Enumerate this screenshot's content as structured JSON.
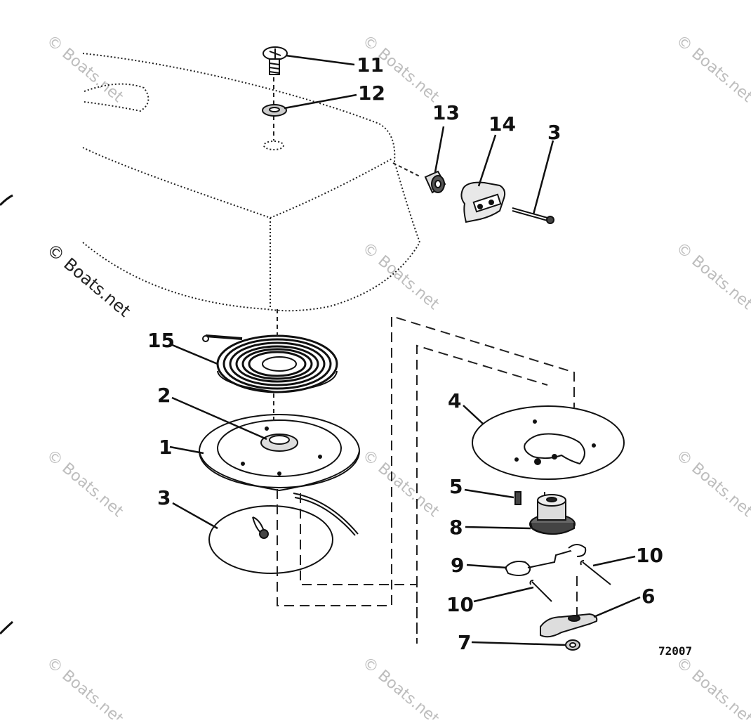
{
  "diagram": {
    "callouts": {
      "c11": "11",
      "c12": "12",
      "c13": "13",
      "c14": "14",
      "c3a": "3",
      "c15": "15",
      "c2": "2",
      "c1": "1",
      "c3b": "3",
      "c4": "4",
      "c5": "5",
      "c8": "8",
      "c9": "9",
      "c10a": "10",
      "c10b": "10",
      "c6": "6",
      "c7": "7"
    },
    "drawing_number": "72007",
    "watermark": "© Boats.net"
  }
}
